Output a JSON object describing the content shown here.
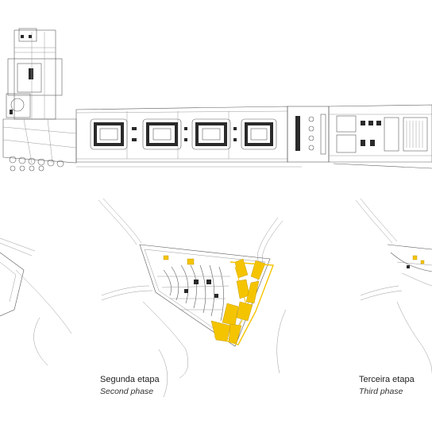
{
  "phases": [
    {
      "id": "segunda",
      "title_pt": "Segunda etapa",
      "title_en": "Second phase",
      "accent": "#F5C400"
    },
    {
      "id": "terceira",
      "title_pt": "Terceira etapa",
      "title_en": "Third phase",
      "accent": "#F5C400"
    }
  ],
  "colors": {
    "line": "#5A5A5A",
    "highlight": "#F5C400",
    "background": "#FFFFFF"
  }
}
